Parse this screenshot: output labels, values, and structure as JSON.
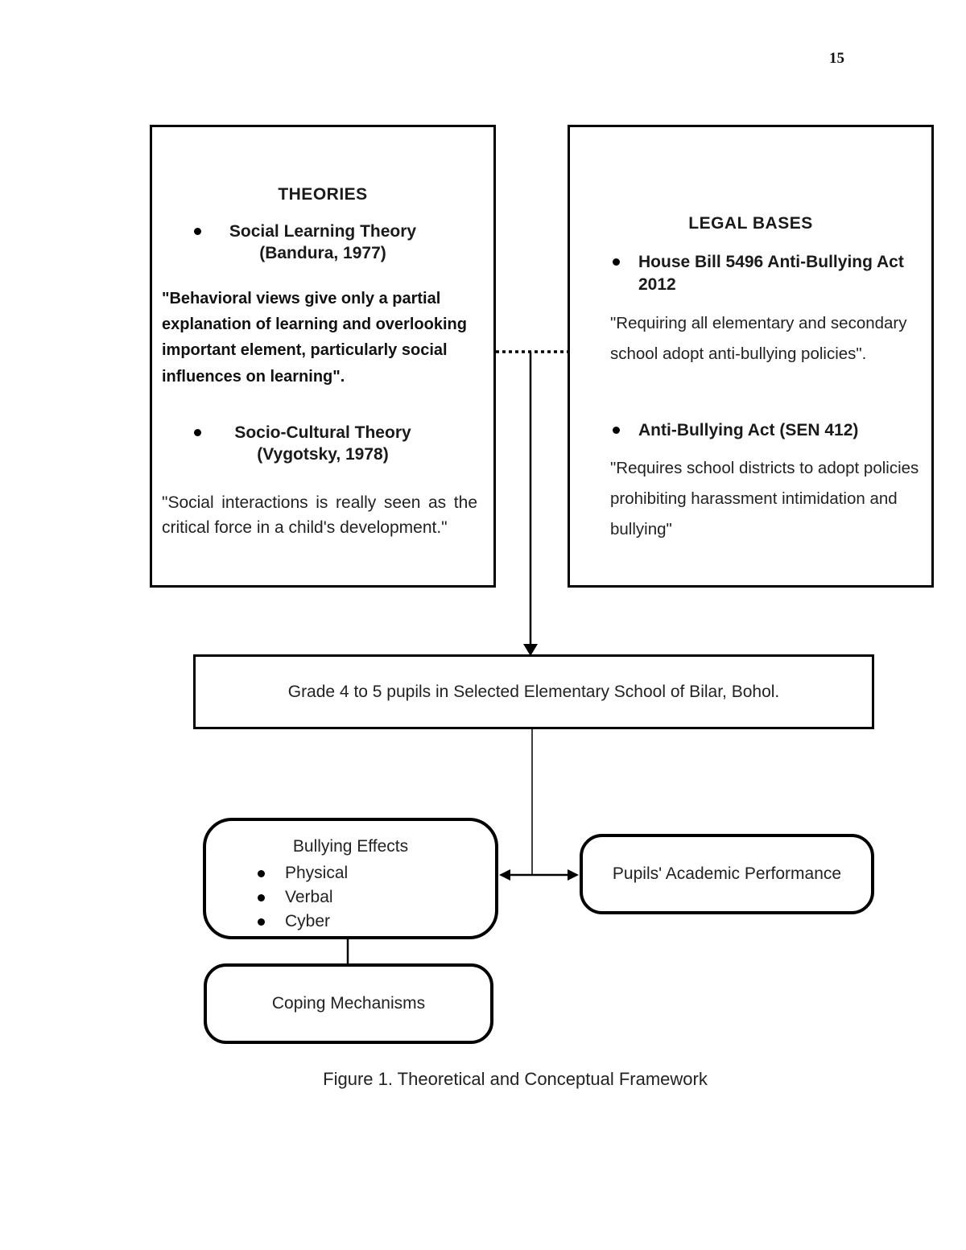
{
  "page": {
    "number": "15",
    "caption": "Figure 1. Theoretical and Conceptual Framework"
  },
  "theories_box": {
    "title": "THEORIES",
    "items": [
      {
        "heading": "Social Learning Theory",
        "subheading": "(Bandura, 1977)",
        "quote": "\"Behavioral views give only a partial explanation of learning and overlooking important element, particularly social influences on learning\"."
      },
      {
        "heading": "Socio-Cultural Theory",
        "subheading": "(Vygotsky, 1978)",
        "quote": "\"Social interactions is really seen as the critical force in a child's development.\""
      }
    ]
  },
  "legal_box": {
    "title": "LEGAL BASES",
    "items": [
      {
        "heading": "House Bill 5496 Anti-Bullying Act 2012",
        "quote": "\"Requiring all elementary and secondary school adopt anti-bullying policies\"."
      },
      {
        "heading": "Anti-Bullying Act (SEN 412)",
        "quote": "\"Requires school districts to adopt policies prohibiting harassment intimidation and bullying\""
      }
    ]
  },
  "population_box": {
    "label": "Grade 4 to 5 pupils in Selected Elementary School of Bilar, Bohol."
  },
  "effects_box": {
    "title": "Bullying Effects",
    "items": [
      "Physical",
      "Verbal",
      "Cyber"
    ]
  },
  "performance_box": {
    "label": "Pupils' Academic Performance"
  },
  "coping_box": {
    "label": "Coping Mechanisms"
  },
  "colors": {
    "ink": "#000000",
    "paper": "#ffffff"
  }
}
